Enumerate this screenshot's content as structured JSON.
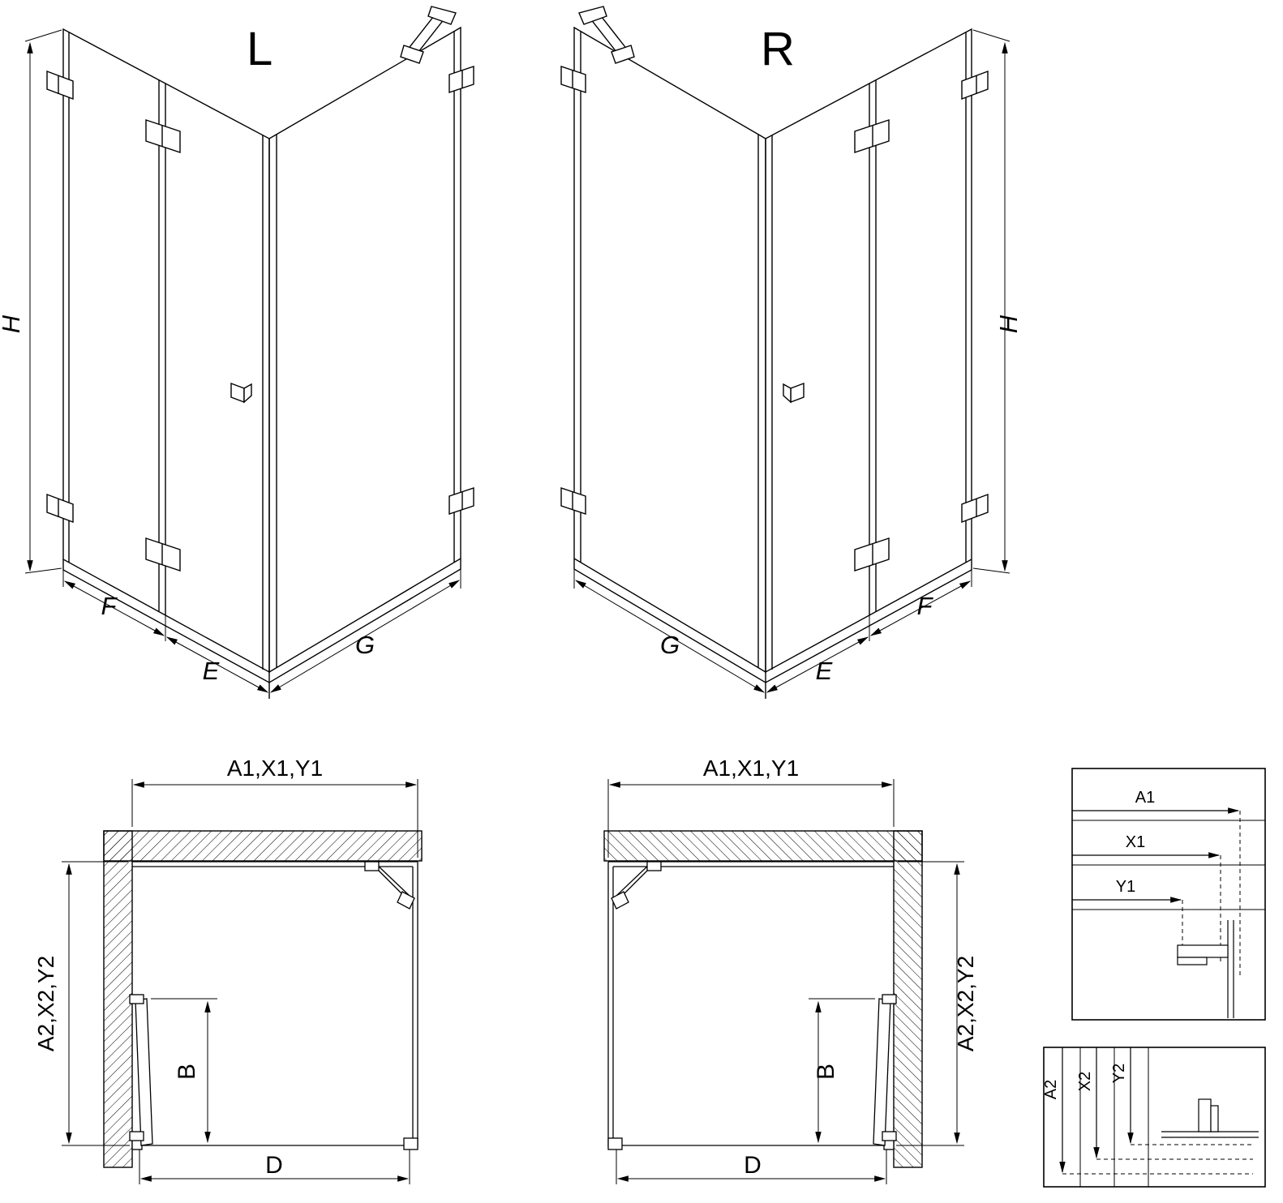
{
  "view_l": {
    "label": "L",
    "dim_h": "H",
    "dim_f": "F",
    "dim_e": "E",
    "dim_g": "G"
  },
  "view_r": {
    "label": "R",
    "dim_h": "H",
    "dim_f": "F",
    "dim_e": "E",
    "dim_g": "G"
  },
  "plan_l": {
    "dim_top": "A1,X1,Y1",
    "dim_side": "A2,X2,Y2",
    "dim_door": "B",
    "dim_width": "D"
  },
  "plan_r": {
    "dim_top": "A1,X1,Y1",
    "dim_side": "A2,X2,Y2",
    "dim_door": "B",
    "dim_width": "D"
  },
  "detail_top": {
    "labels": [
      "A1",
      "X1",
      "Y1"
    ]
  },
  "detail_bottom": {
    "labels": [
      "A2",
      "X2",
      "Y2"
    ]
  }
}
